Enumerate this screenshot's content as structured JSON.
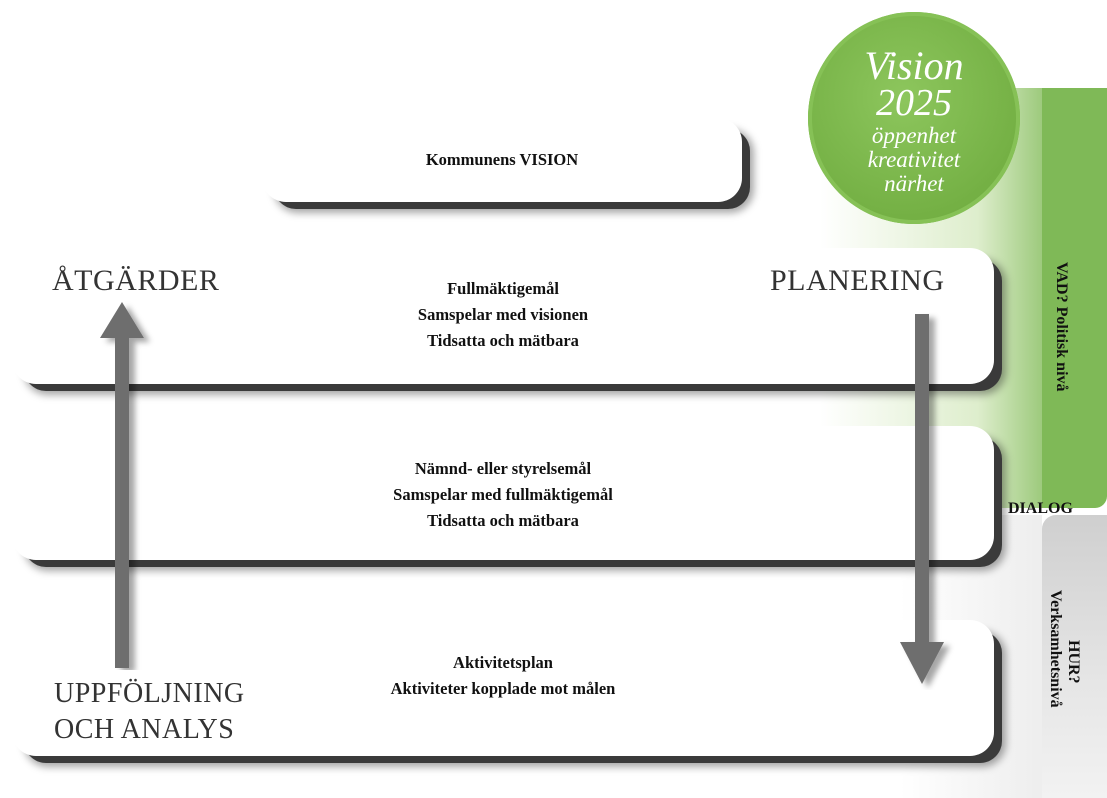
{
  "vision": {
    "title": "Vision",
    "year": "2025",
    "words": [
      "öppenhet",
      "kreativitet",
      "närhet"
    ]
  },
  "panels": {
    "vision_panel": {
      "lines": [
        "Kommunens VISION"
      ]
    },
    "council_goals": {
      "lines": [
        "Fullmäktigemål",
        "Samspelar med visionen",
        "Tidsatta och mätbara"
      ]
    },
    "board_goals": {
      "lines": [
        "Nämnd- eller styrelsemål",
        "Samspelar med fullmäktigemål",
        "Tidsatta och mätbara"
      ]
    },
    "activity_plan": {
      "lines": [
        "Aktivitetsplan",
        "Aktiviteter kopplade mot målen"
      ]
    }
  },
  "labels": {
    "actions": "ÅTGÄRDER",
    "planning": "PLANERING",
    "followup_line1": "UPPFÖLJNING",
    "followup_line2": "OCH ANALYS",
    "dialog": "DIALOG",
    "political_level": "VAD? Politisk nivå",
    "what_line1": "HUR?",
    "what_line2": "Verksamhetsnivå"
  },
  "colors": {
    "green": "#7fb957",
    "gray": "#d0d0d0",
    "arrow": "#6e6e6e"
  }
}
